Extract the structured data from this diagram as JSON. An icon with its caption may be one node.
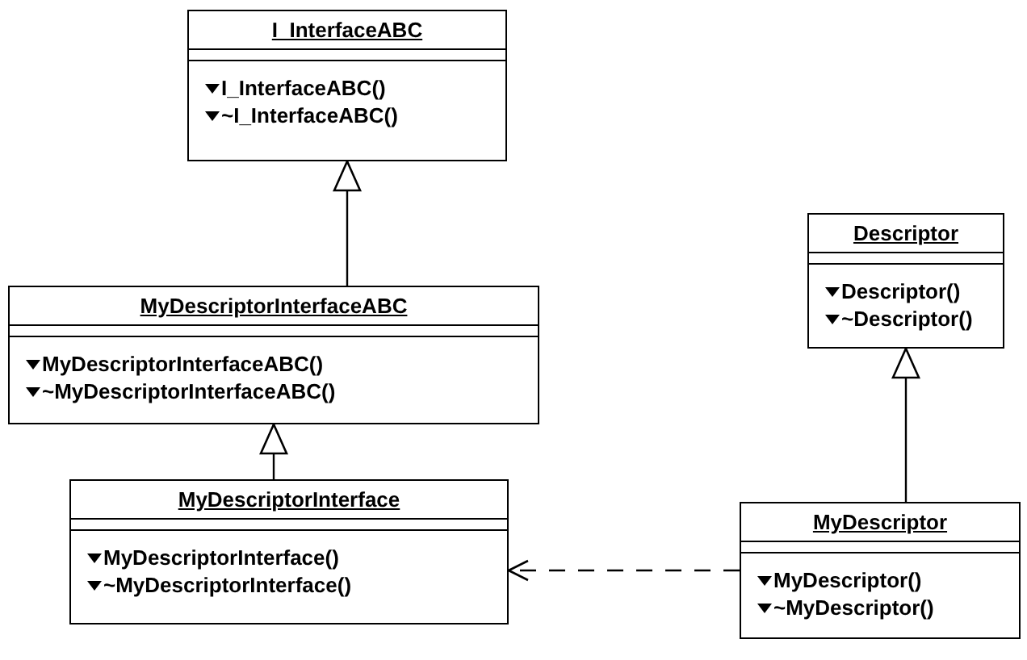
{
  "diagram": {
    "nodes": [
      {
        "text": [
          "I_InterfaceABC",
          "I_InterfaceABC()",
          "~I_InterfaceABC()"
        ]
      },
      {
        "text": [
          "MyDescriptorInterfaceABC",
          "MyDescriptorInterfaceABC()",
          "~MyDescriptorInterfaceABC()"
        ]
      },
      {
        "text": [
          "MyDescriptorInterface",
          "MyDescriptorInterface()",
          "~MyDescriptorInterface()"
        ]
      },
      {
        "text": [
          "Descriptor",
          "Descriptor()",
          "~Descriptor()"
        ]
      },
      {
        "text": [
          "MyDescriptor",
          "MyDescriptor()",
          "~MyDescriptor()"
        ]
      }
    ],
    "edges": [
      {
        "from": 1,
        "to": 0,
        "arrow": "to"
      },
      {
        "from": 2,
        "to": 1,
        "arrow": "to"
      },
      {
        "from": 4,
        "to": 3,
        "arrow": "to"
      },
      {
        "from": 4,
        "to": 2,
        "arrow": "to",
        "style": "dashed"
      }
    ]
  }
}
